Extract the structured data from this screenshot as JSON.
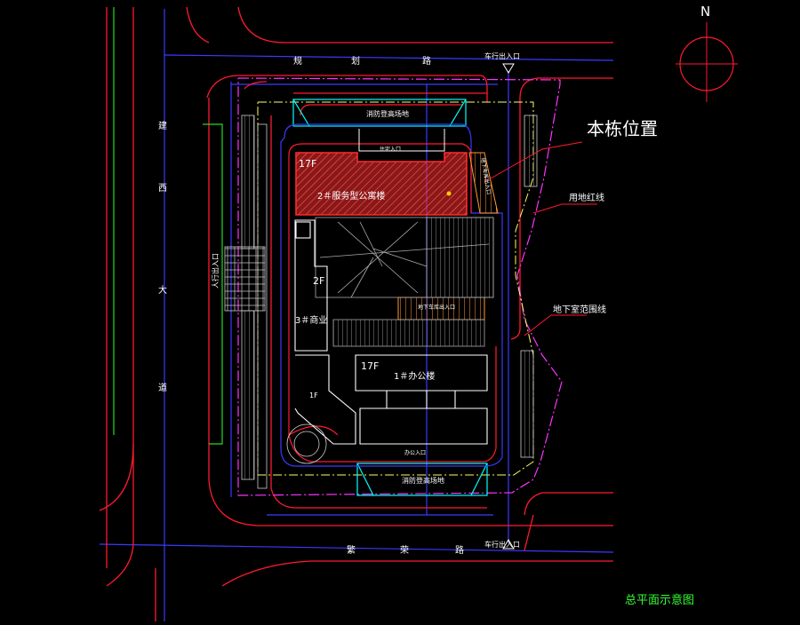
{
  "colors": {
    "background": "#000000",
    "road_edge": "#ff1a2e",
    "road_center": "#3a3aff",
    "site_boundary": "#ff33ff",
    "building": "#ffffff",
    "highlight": "#ff2a2a",
    "basement": "#ffff66",
    "fire_lane": "#00ffff",
    "annotation": "#ffffff",
    "title_green": "#33ff33",
    "green_line": "#22dd22",
    "orange": "#ff9933"
  },
  "north_arrow": {
    "label": "N"
  },
  "roads": {
    "top": [
      "规",
      "划",
      "路"
    ],
    "left": [
      "建",
      "西",
      "大",
      "道"
    ],
    "bottom": [
      "繁",
      "荣",
      "路"
    ]
  },
  "entrances": {
    "top": "车行出入口",
    "bottom": "车行出入口",
    "left": "人行出入口"
  },
  "fire_lanes": {
    "top": "消防登高场地",
    "bottom": "消防登高场地"
  },
  "buildings": {
    "b2": {
      "floors": "17F",
      "name": "2＃服务型公寓楼"
    },
    "b3": {
      "floors": "2F",
      "name": "3＃商业"
    },
    "b1": {
      "floors": "17F",
      "name": "1＃办公楼"
    },
    "low": "1F",
    "small_label": "住宅入口",
    "bottom_label": "办公入口",
    "ramp_upper": "地下车库出入口",
    "ramp_lower": "地下车库出入口"
  },
  "callouts": {
    "this_building": "本栋位置",
    "redline": "用地红线",
    "basement_line": "地下室范围线"
  },
  "title": "总平面示意图"
}
